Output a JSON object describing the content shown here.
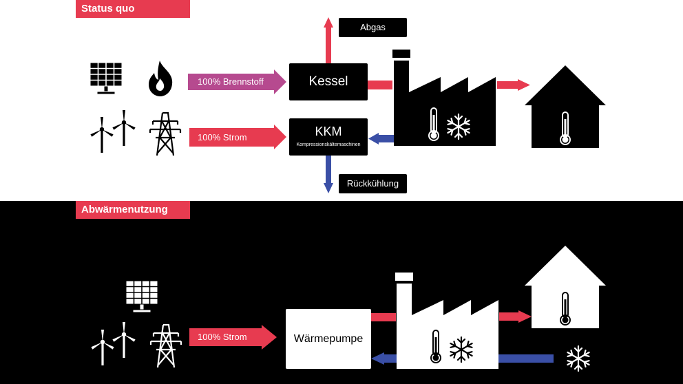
{
  "top_section": {
    "title": "Status quo",
    "fuel_label": "100% Brennstoff",
    "power_label": "100% Strom",
    "kessel": "Kessel",
    "kkm_title": "KKM",
    "kkm_subtitle": "Kompressionskältemaschinen",
    "exhaust": "Abgas",
    "recooling": "Rückkühlung"
  },
  "bottom_section": {
    "title": "Abwärmenutzung",
    "power_label": "100% Strom",
    "heatpump": "Wärmepumpe"
  },
  "colors": {
    "red": "#e73b50",
    "purple": "#b64a8f",
    "blue": "#3a4fa6",
    "black": "#000000",
    "white": "#ffffff"
  },
  "icons": [
    "solar-panel-icon",
    "flame-icon",
    "wind-turbine-icon",
    "power-pylon-icon",
    "factory-icon",
    "thermometer-icon",
    "snowflake-icon",
    "house-icon"
  ]
}
